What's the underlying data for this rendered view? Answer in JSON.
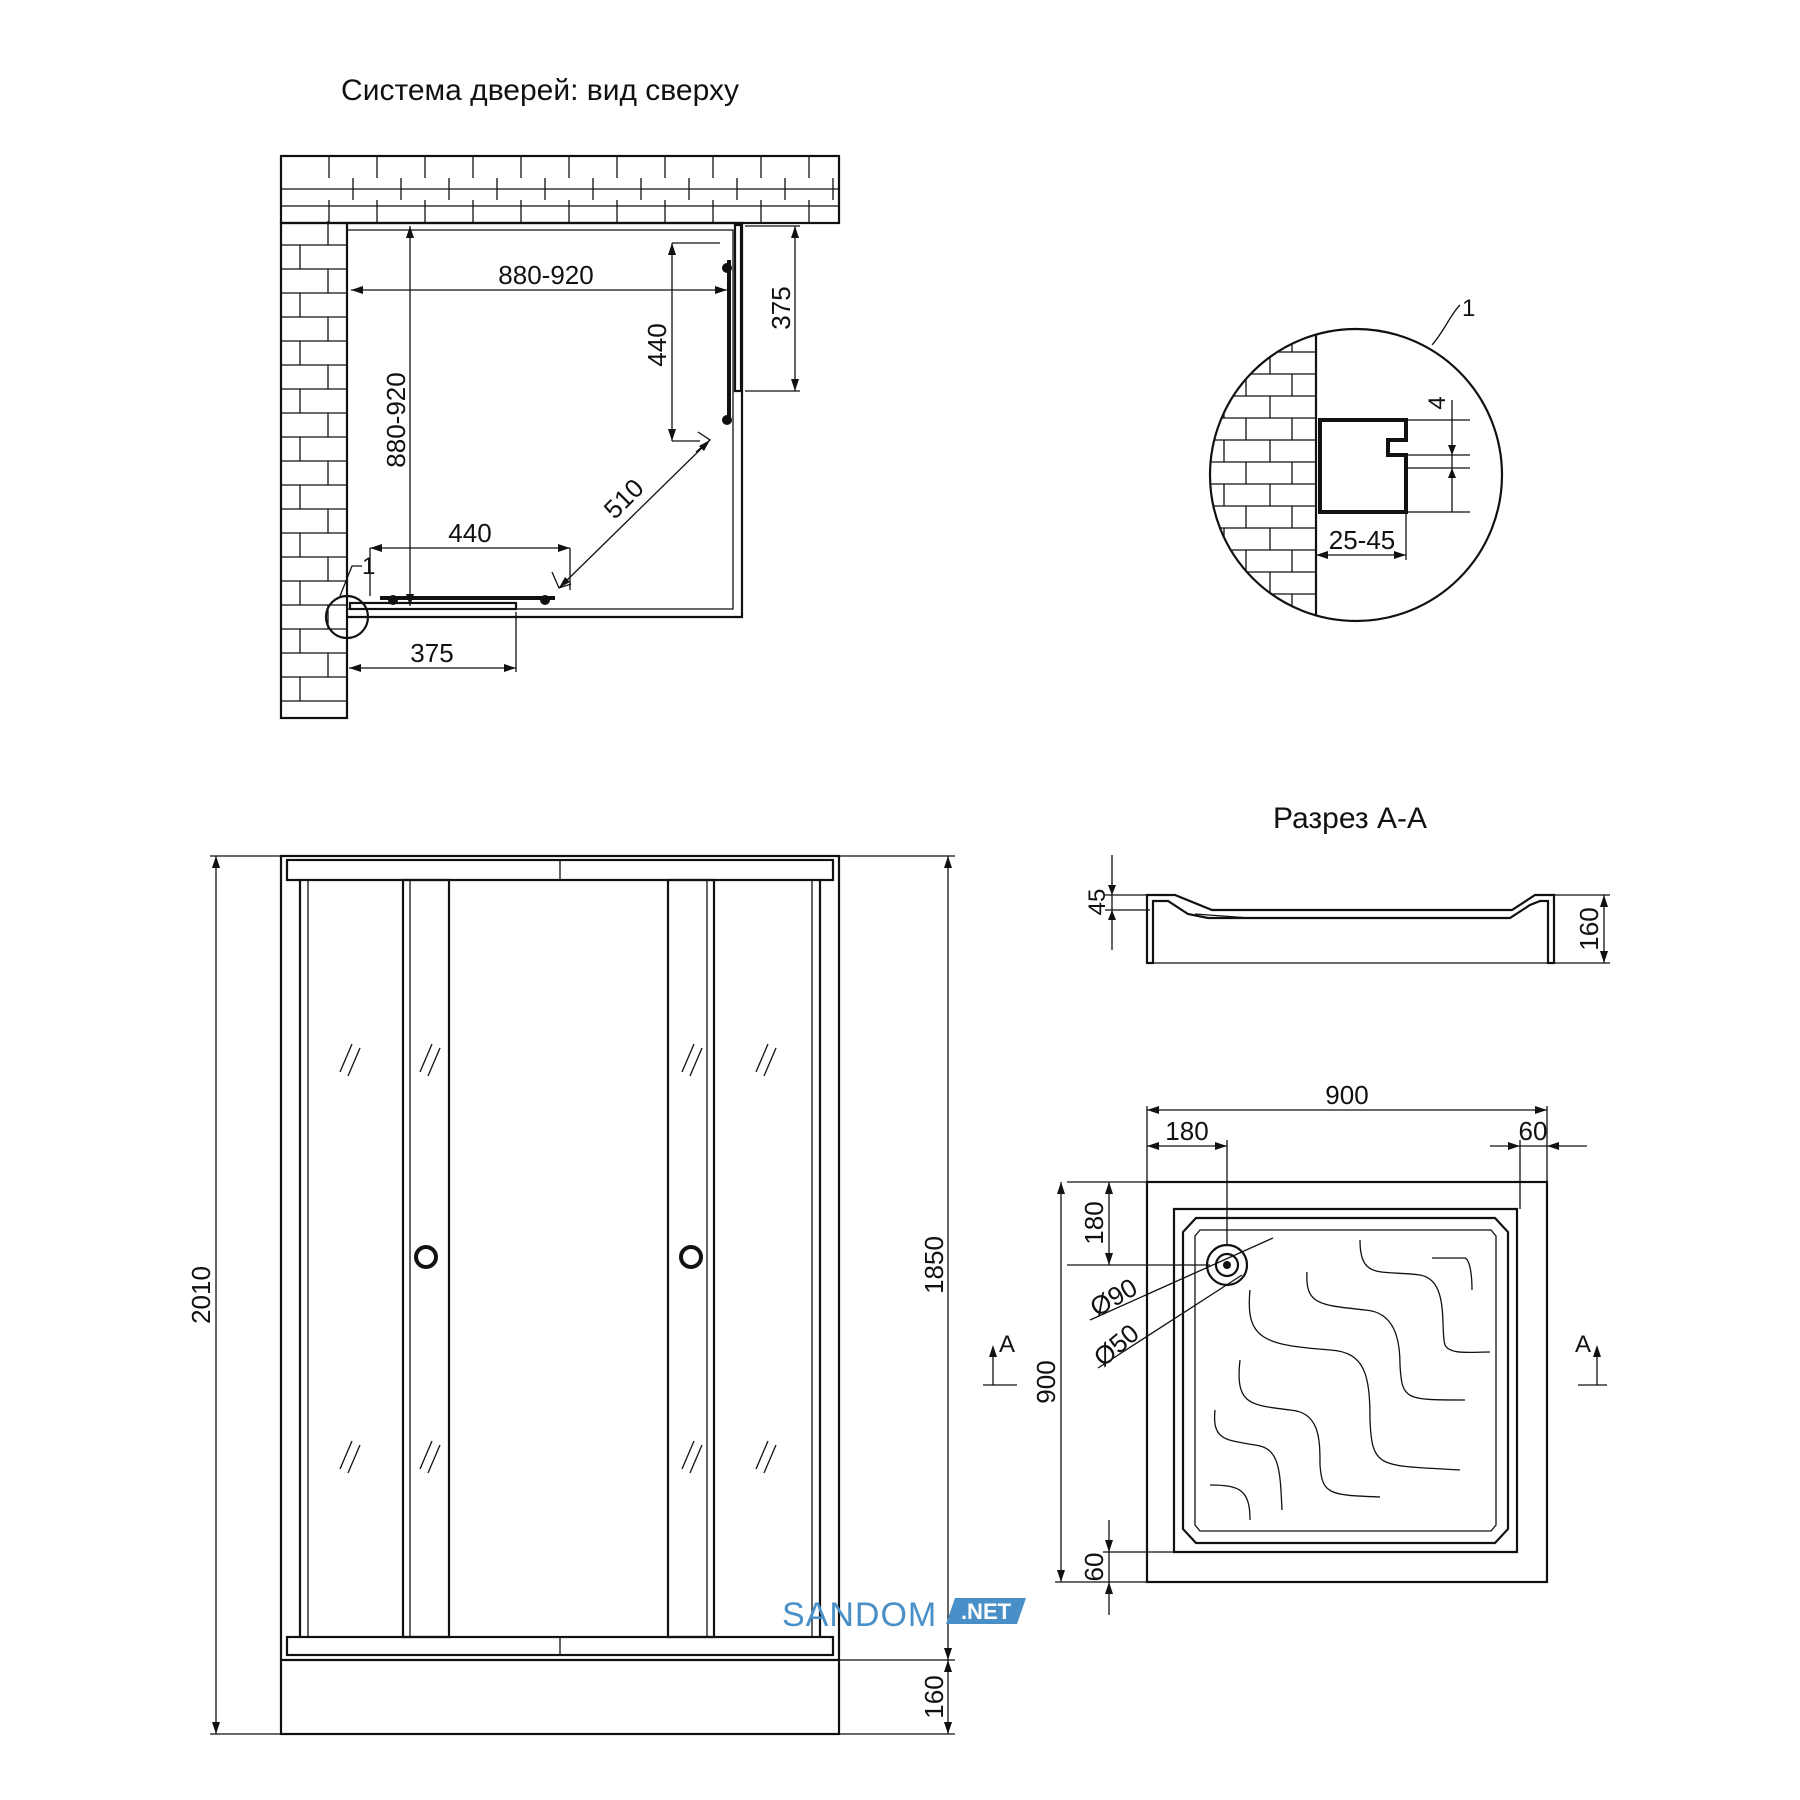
{
  "titles": {
    "top_view": "Система дверей: вид сверху",
    "section": "Разрез А-А"
  },
  "top_view": {
    "dim_width": "880-920",
    "dim_depth": "880-920",
    "dim_door_right": "440",
    "dim_fixed_right": "375",
    "dim_diagonal": "510",
    "dim_door_bottom": "440",
    "dim_fixed_bottom": "375",
    "callout": "1"
  },
  "detail": {
    "callout": "1",
    "dim_gap": "4",
    "dim_range": "25-45"
  },
  "front_view": {
    "dim_total_height": "2010",
    "dim_glass_height": "1850",
    "dim_tray_height": "160"
  },
  "section": {
    "dim_rim": "45",
    "dim_height": "160"
  },
  "tray_plan": {
    "dim_width": "900",
    "dim_drain_x": "180",
    "dim_right_margin": "60",
    "dim_drain_y": "180",
    "dim_depth": "900",
    "dim_bottom_margin": "60",
    "dia_outer": "Ø90",
    "dia_inner": "Ø50",
    "section_mark_left": "А",
    "section_mark_right": "А"
  },
  "watermark": {
    "brand": "SANDOM",
    "tld": ".NET",
    "color": "#4a90c8"
  }
}
